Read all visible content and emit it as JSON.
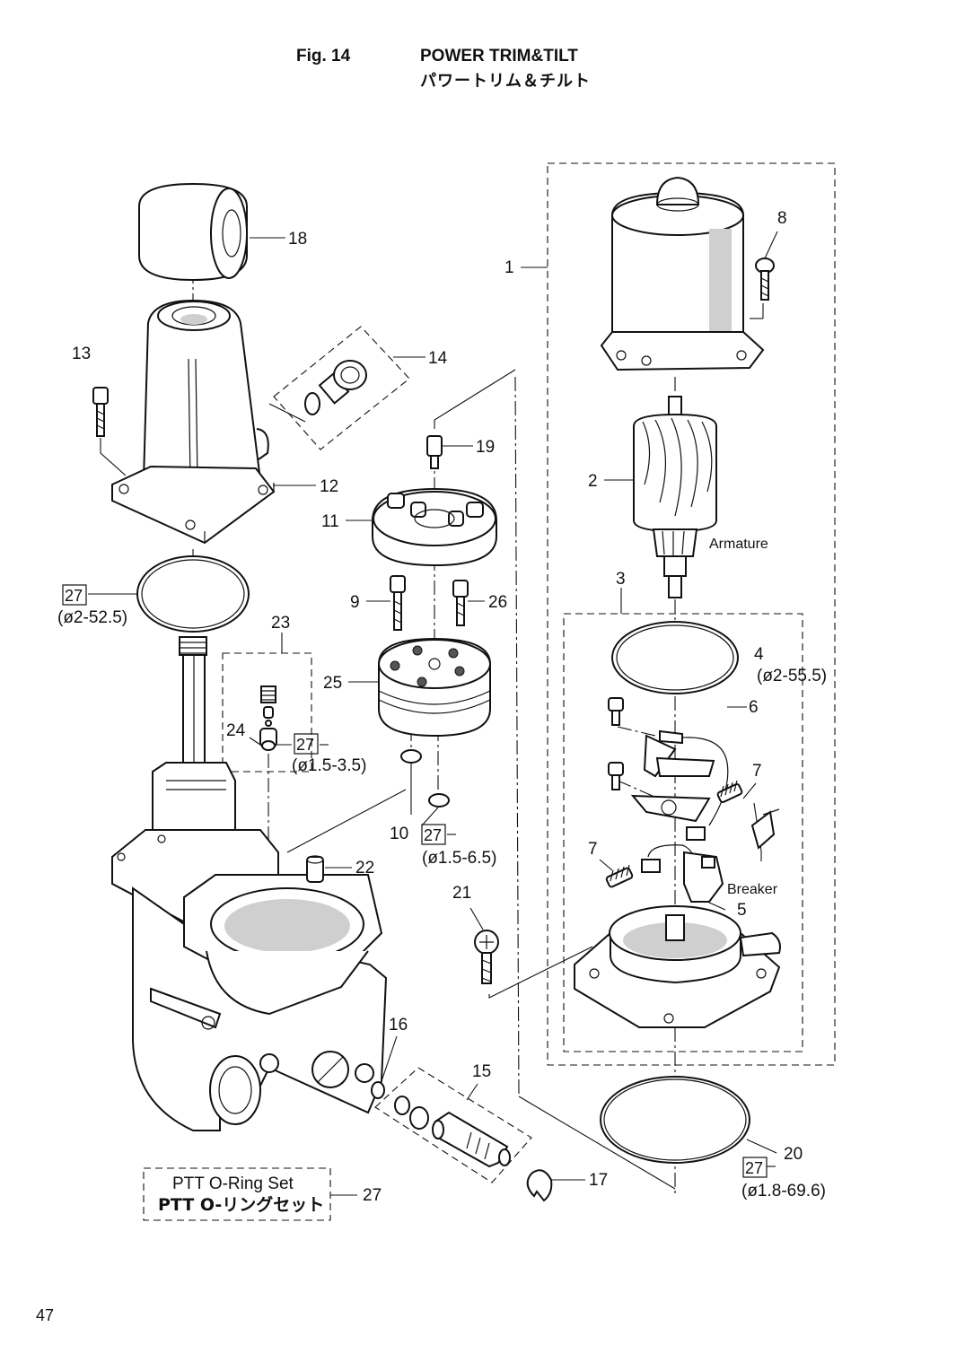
{
  "header": {
    "fig_no": "Fig. 14",
    "title_en": "POWER TRIM&TILT",
    "title_ja": "パワートリム＆チルト"
  },
  "page_number": "47",
  "callouts": {
    "c1": "1",
    "c2": "2",
    "c3": "3",
    "c4": "4",
    "c5": "5",
    "c6": "6",
    "c7a": "7",
    "c7b": "7",
    "c8": "8",
    "c9": "9",
    "c10": "10",
    "c11": "11",
    "c12": "12",
    "c13": "13",
    "c14": "14",
    "c15": "15",
    "c16": "16",
    "c17": "17",
    "c18": "18",
    "c19": "19",
    "c20": "20",
    "c21": "21",
    "c22": "22",
    "c23": "23",
    "c24": "24",
    "c25": "25",
    "c26": "26",
    "c27": "27"
  },
  "set_refs": {
    "r1": "27",
    "r2": "27",
    "r3": "27",
    "r4": "27"
  },
  "specs": {
    "s1": "(ø2-52.5)",
    "s2": "(ø1.5-3.5)",
    "s3": "(ø1.5-6.5)",
    "s4": "(ø2-55.5)",
    "s5": "(ø1.8-69.6)"
  },
  "notes": {
    "armature": "Armature",
    "breaker": "Breaker"
  },
  "oring_set": {
    "line1": "PTT O-Ring Set",
    "line2": "PTT O-リングセット"
  }
}
